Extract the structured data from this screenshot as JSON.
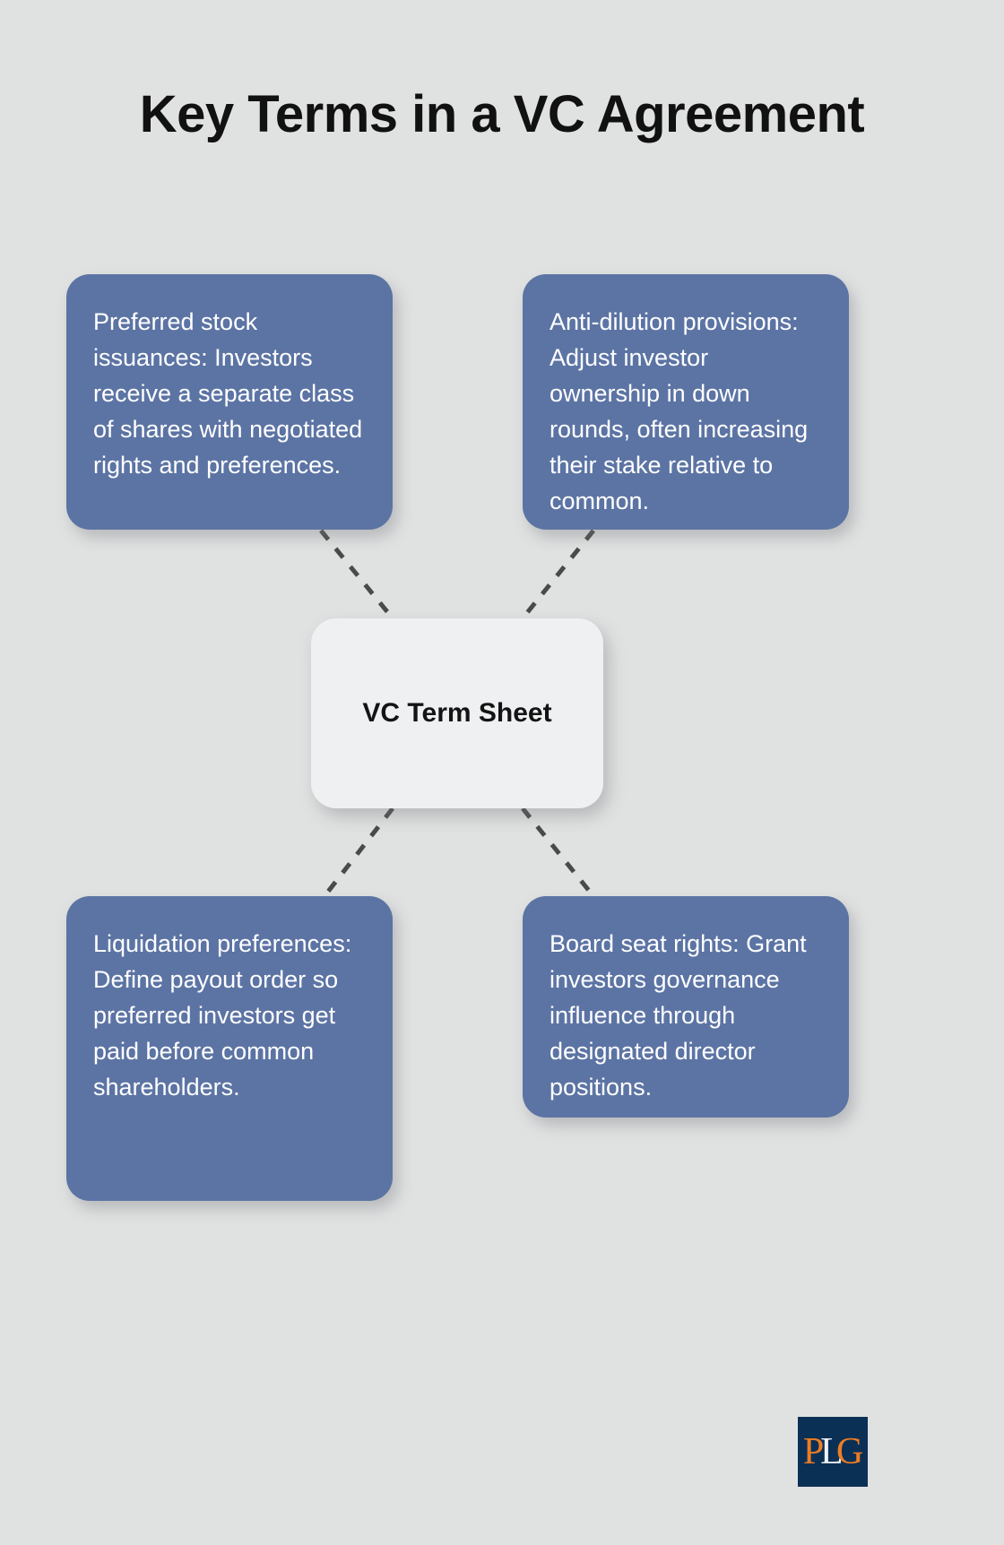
{
  "title": "Key Terms in a VC Agreement",
  "colors": {
    "background": "#e0e1e1",
    "card_blue": "#5c74a4",
    "card_center": "#eef0f2",
    "title_text": "#111111",
    "card_text": "#ffffff",
    "connector": "#4a4a4a",
    "logo_navy": "#0b3056",
    "logo_orange": "#ed7d22",
    "logo_white": "#f2f4f7"
  },
  "center": {
    "label": "VC Term Sheet"
  },
  "cards": [
    {
      "id": "top-left",
      "text": "Preferred stock issuances: Investors receive a separate class of shares with negotiated rights and preferences."
    },
    {
      "id": "top-right",
      "text": "Anti-dilution provisions: Adjust investor ownership in down rounds, often increasing their stake relative to common."
    },
    {
      "id": "bottom-left",
      "text": "Liquidation preferences: Define payout order so preferred investors get paid before common shareholders."
    },
    {
      "id": "bottom-right",
      "text": "Board seat rights: Grant investors governance influence through designated director positions."
    }
  ],
  "logo": {
    "part1": "P",
    "part2": "L",
    "part3": "G",
    "alt": "PLG logo"
  }
}
